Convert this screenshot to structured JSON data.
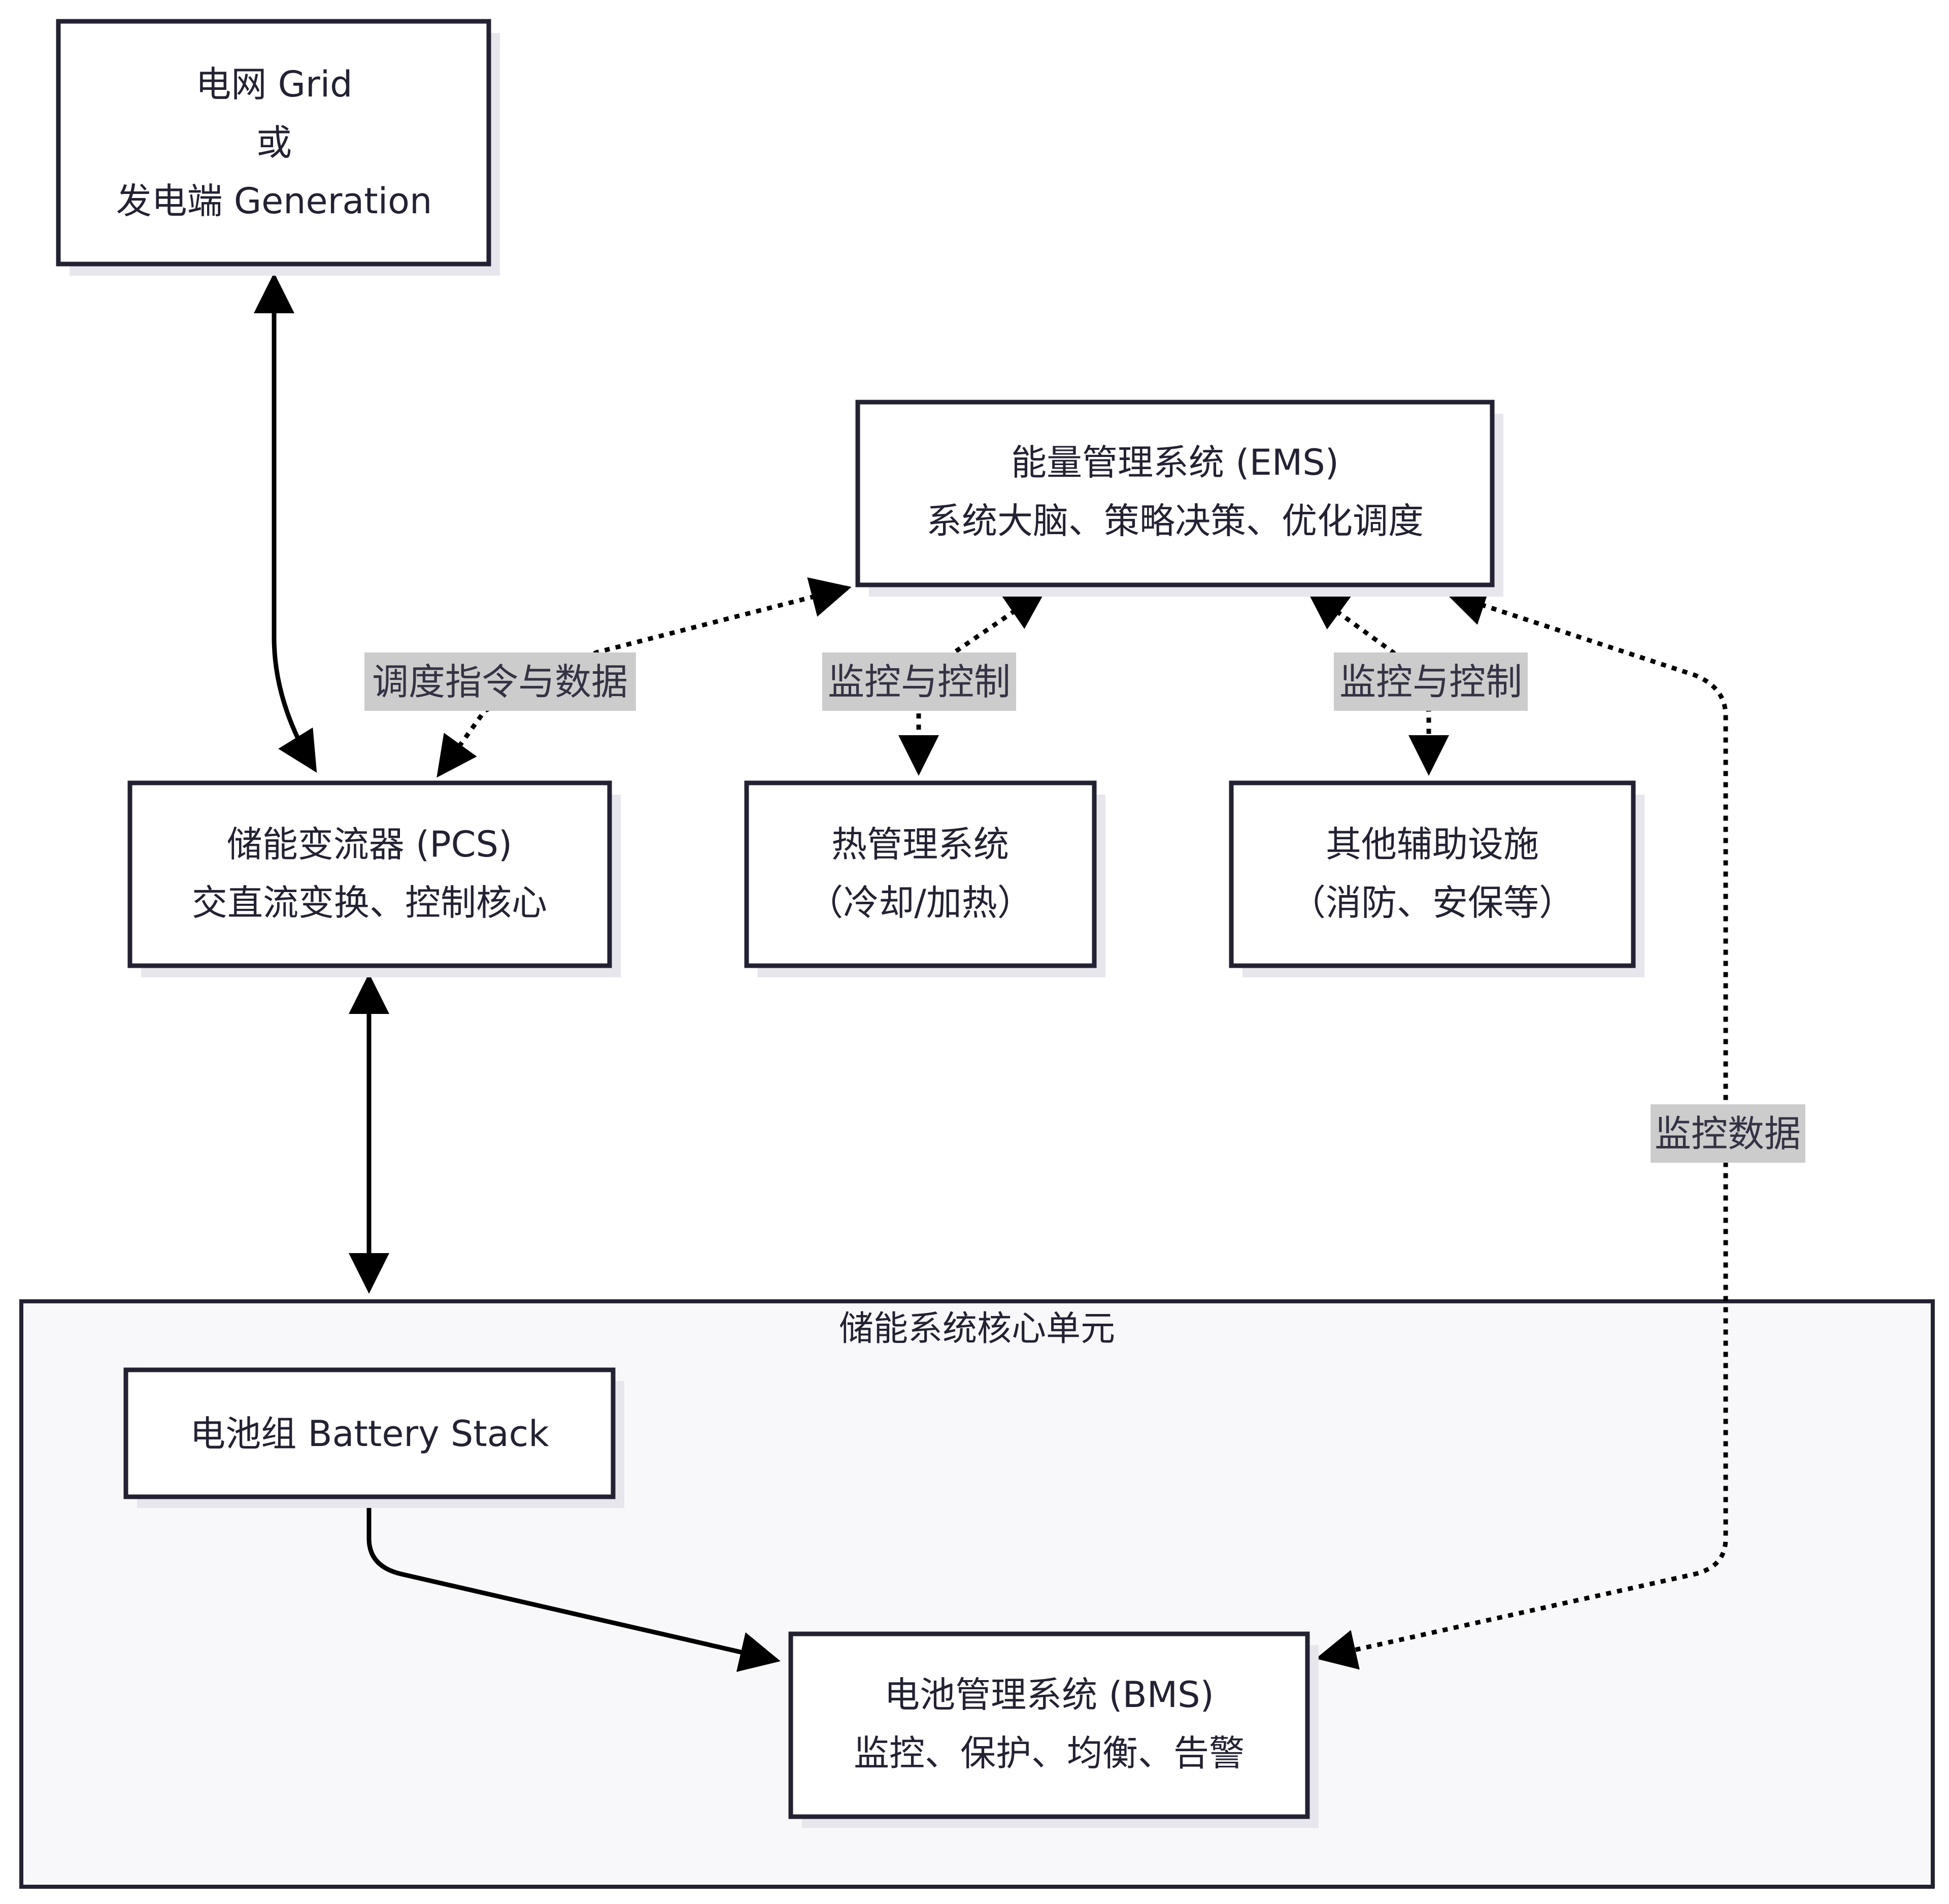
{
  "colors": {
    "node_border": "#222233",
    "node_fill": "#ffffff",
    "cluster_fill": "#f8f8fb",
    "edge": "#000000",
    "edge_label_bg": "#cccccc"
  },
  "nodes": {
    "grid": {
      "lines": [
        "电网 Grid",
        "或",
        "发电端 Generation"
      ]
    },
    "ems": {
      "lines": [
        "能量管理系统 (EMS)",
        "系统大脑、策略决策、优化调度"
      ]
    },
    "pcs": {
      "lines": [
        "储能变流器 (PCS)",
        "交直流变换、控制核心"
      ]
    },
    "thermal": {
      "lines": [
        "热管理系统",
        "（冷却/加热）"
      ]
    },
    "aux": {
      "lines": [
        "其他辅助设施",
        "（消防、安保等）"
      ]
    },
    "battery": {
      "lines": [
        "电池组 Battery Stack"
      ]
    },
    "bms": {
      "lines": [
        "电池管理系统 (BMS)",
        "监控、保护、均衡、告警"
      ]
    }
  },
  "cluster": {
    "title": "储能系统核心单元"
  },
  "edge_labels": {
    "ems_pcs": "调度指令与数据",
    "ems_thermal": "监控与控制",
    "ems_aux": "监控与控制",
    "ems_bms": "监控数据"
  }
}
